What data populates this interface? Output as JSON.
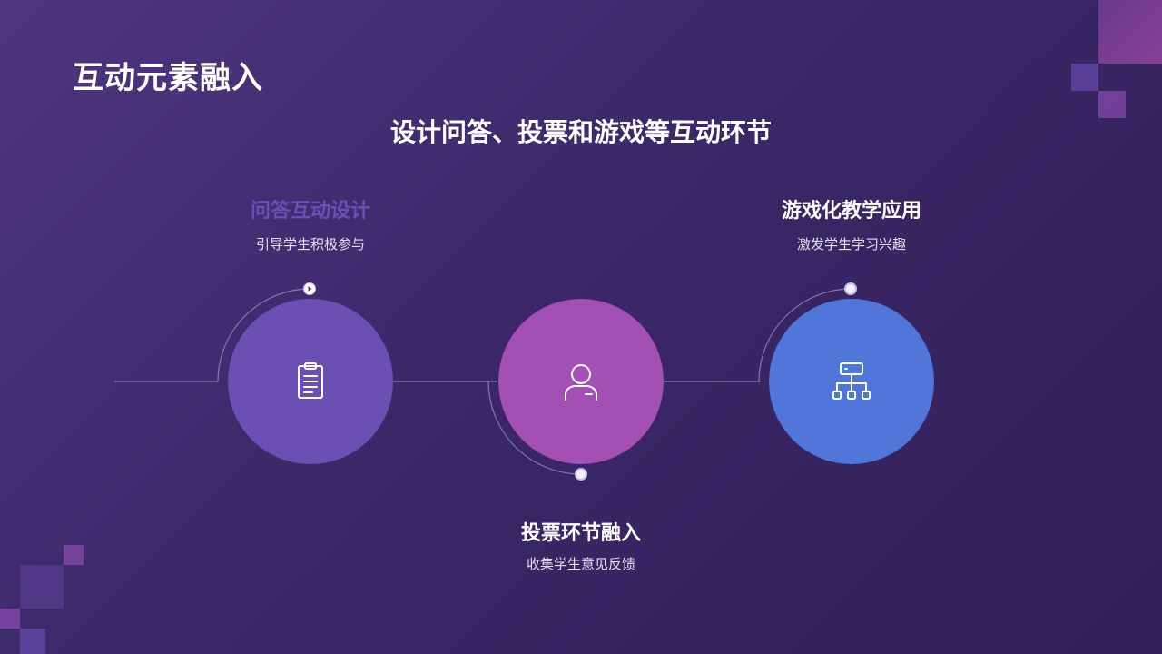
{
  "page": {
    "title": "互动元素融入",
    "subtitle": "设计问答、投票和游戏等互动环节"
  },
  "items": [
    {
      "title": "问答互动设计",
      "desc": "引导学生积极参与",
      "icon": "clipboard-icon",
      "color": "#6b4fb3",
      "title_color": "#6a4fb5"
    },
    {
      "title": "投票环节融入",
      "desc": "收集学生意见反馈",
      "icon": "user-icon",
      "color": "#a34fb4",
      "title_color": "#ffffff"
    },
    {
      "title": "游戏化教学应用",
      "desc": "激发学生学习兴趣",
      "icon": "hierarchy-icon",
      "color": "#4f76d8",
      "title_color": "#ffffff"
    }
  ]
}
